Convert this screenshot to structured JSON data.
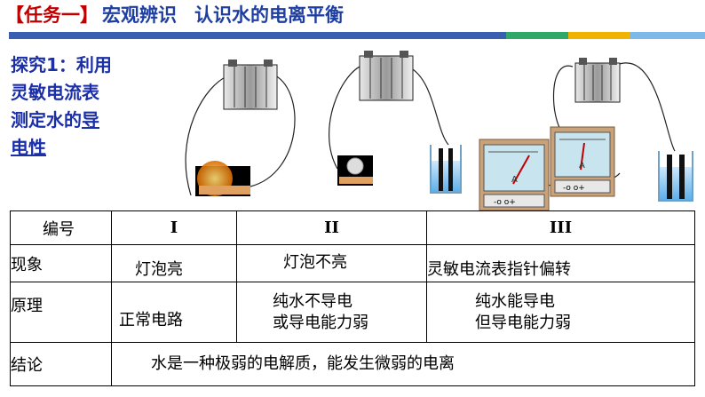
{
  "header": {
    "bracket_open": "【",
    "task": "任务一",
    "bracket_close": "】",
    "subtitle1": "宏观辨识",
    "subtitle2": "认识水的电离平衡"
  },
  "stripe_colors": [
    "#3a5fb0",
    "#2fa86a",
    "#f0b400",
    "#7db9e8"
  ],
  "inquiry": {
    "line1": "探究1：利用",
    "line2": "灵敏电流表",
    "line3": "测定水的",
    "line3_link": "导",
    "line4_link": "电性"
  },
  "table": {
    "headers": [
      "编号",
      "I",
      "II",
      "III"
    ],
    "rows": [
      {
        "label": "现象",
        "cells": [
          "灯泡亮",
          "灯泡不亮",
          "灵敏电流表指针偏转"
        ]
      },
      {
        "label": "原理",
        "cells": [
          "正常电路",
          "纯水不导电",
          "纯水能导电"
        ],
        "cells2": [
          "",
          "或导电能力弱",
          "但导电能力弱"
        ]
      },
      {
        "label": "结论",
        "conclusion": "水是一种极弱的电解质，能发生微弱的电离"
      }
    ]
  },
  "meter_labels": [
    "A",
    "A"
  ],
  "meter_terminals": [
    "-o o+",
    "-o o+"
  ]
}
